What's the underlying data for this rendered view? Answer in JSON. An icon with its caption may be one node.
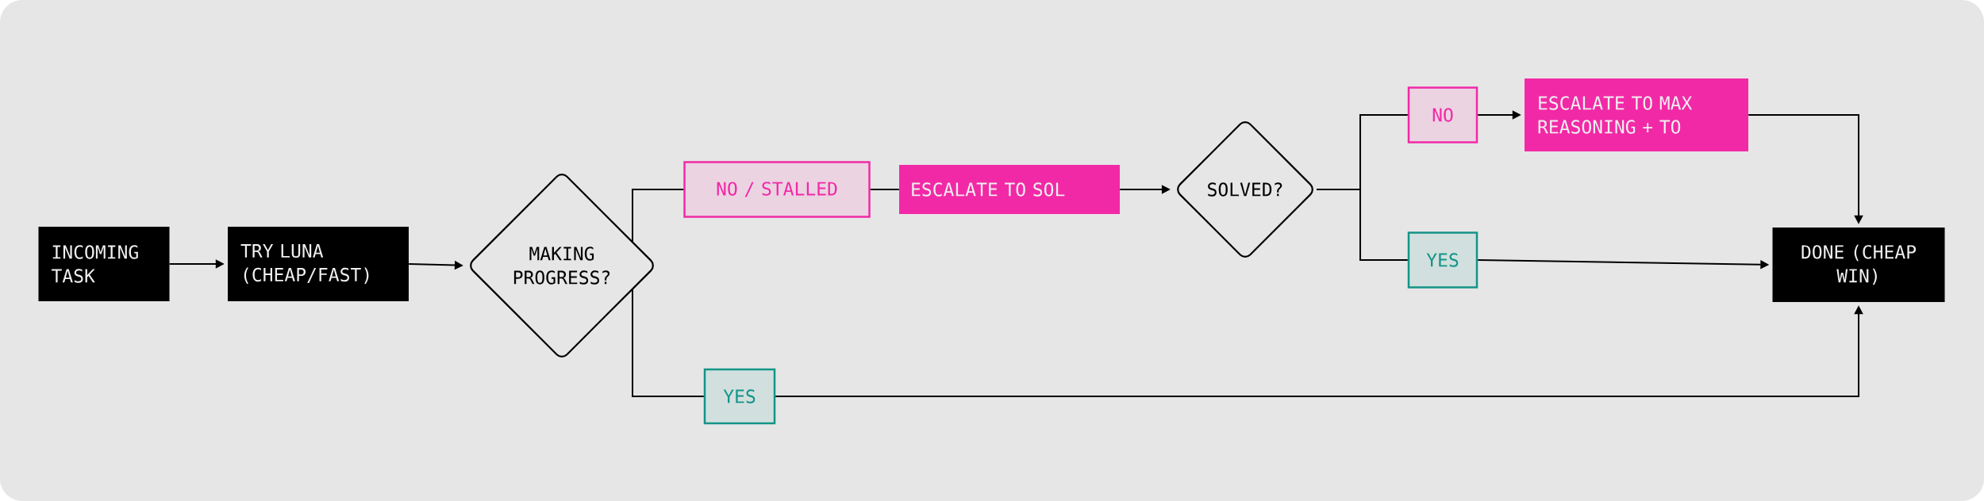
{
  "diagram": {
    "nodes": [
      {
        "text": [
          "INCOMING TASK"
        ]
      },
      {
        "text": [
          "TRY LUNA (CHEAP/FAST)"
        ]
      },
      {
        "text": [
          "MAKING PROGRESS?"
        ]
      },
      {
        "text": [
          "NO / STALLED"
        ]
      },
      {
        "text": [
          "ESCALATE TO SOL"
        ]
      },
      {
        "text": [
          "SOLVED?"
        ]
      },
      {
        "text": [
          "NO"
        ]
      },
      {
        "text": [
          "ESCALATE TO MAX REASONING + TO"
        ]
      },
      {
        "text": [
          "YES"
        ]
      },
      {
        "text": [
          "DONE (CHEAP WIN)"
        ]
      },
      {
        "text": [
          "YES"
        ]
      }
    ],
    "edges": [
      {
        "from": 0,
        "to": 1,
        "arrow": "to"
      },
      {
        "from": 1,
        "to": 2,
        "arrow": "to"
      },
      {
        "from": 2,
        "to": 3,
        "arrow": "none"
      },
      {
        "from": 3,
        "to": 4,
        "arrow": "none"
      },
      {
        "from": 4,
        "to": 5,
        "arrow": "to"
      },
      {
        "from": 5,
        "to": 6,
        "arrow": "none"
      },
      {
        "from": 6,
        "to": 7,
        "arrow": "to"
      },
      {
        "from": 7,
        "to": 9,
        "arrow": "to"
      },
      {
        "from": 5,
        "to": 8,
        "arrow": "none"
      },
      {
        "from": 8,
        "to": 9,
        "arrow": "to"
      },
      {
        "from": 2,
        "to": 10,
        "arrow": "none"
      },
      {
        "from": 10,
        "to": 9,
        "arrow": "to"
      }
    ]
  }
}
